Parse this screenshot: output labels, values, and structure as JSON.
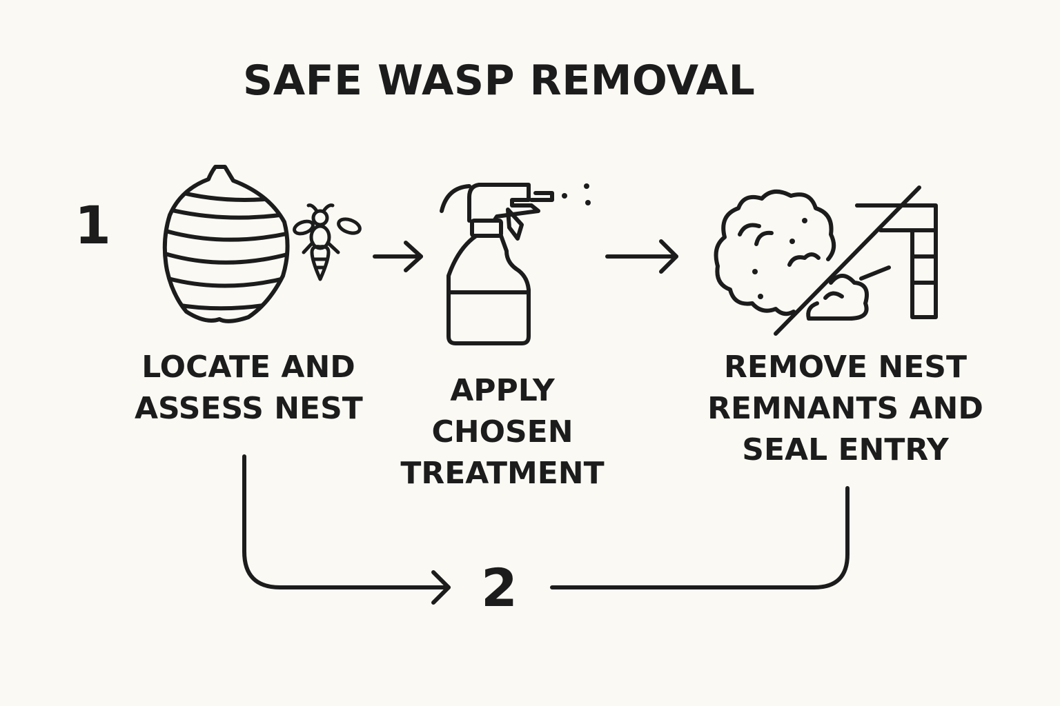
{
  "title": "SAFE WASP REMOVAL",
  "steps": [
    {
      "number": "1",
      "lines": [
        "LOCATE AND",
        "ASSESS NEST"
      ],
      "icons": [
        "wasp-nest-icon",
        "wasp-icon"
      ]
    },
    {
      "number": "",
      "lines": [
        "APPLY",
        "CHOSEN",
        "TREATMENT"
      ],
      "icons": [
        "spray-bottle-icon"
      ]
    },
    {
      "number": "",
      "lines": [
        "REMOVE NEST",
        "REMNANTS AND",
        "SEAL ENTRY"
      ],
      "icons": [
        "nest-debris-icon",
        "brick-wall-icon"
      ]
    }
  ],
  "loop_number": "2",
  "colors": {
    "ink": "#1c1c1c",
    "background": "#faf9f4"
  }
}
